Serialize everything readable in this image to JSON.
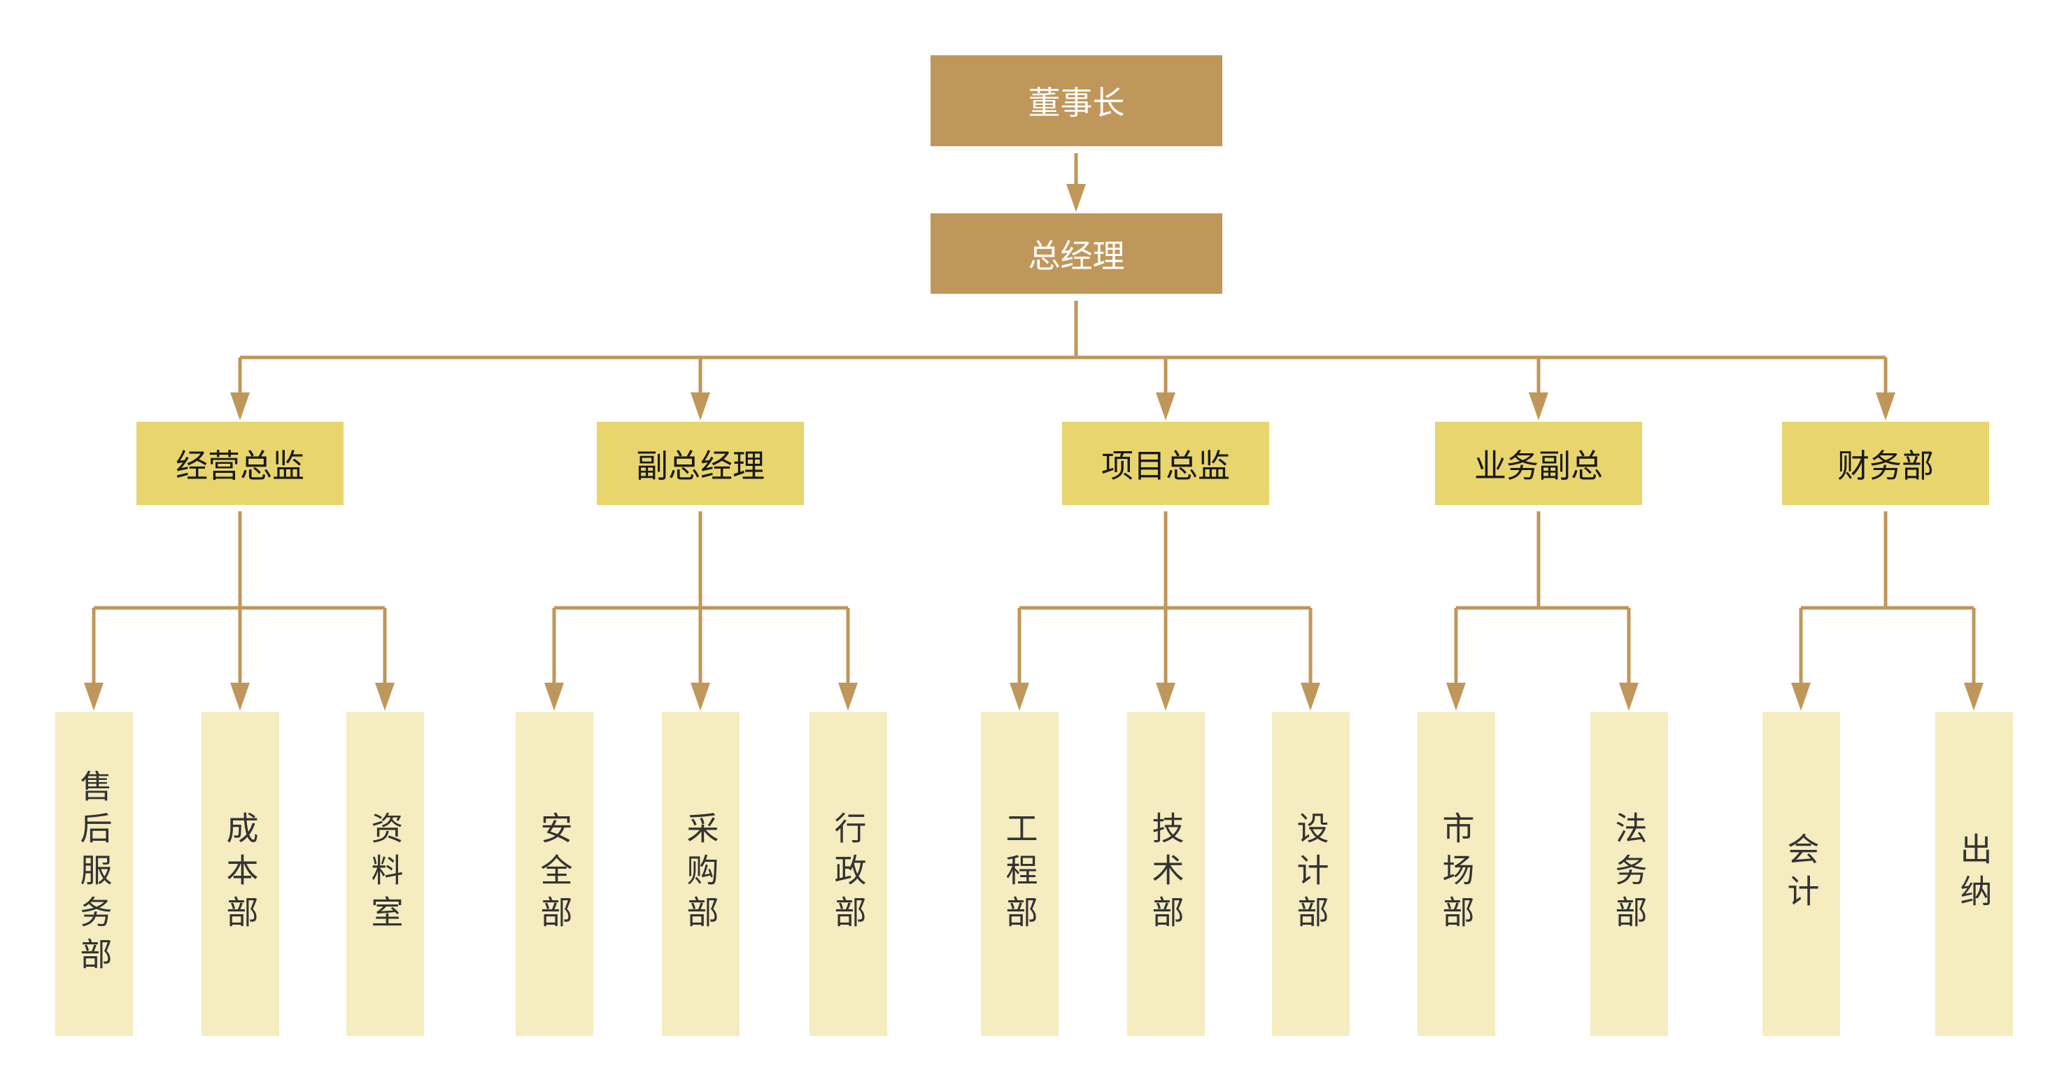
{
  "colors": {
    "line": "#C0975A",
    "top": "#C0975A",
    "mid": "#E8D56E",
    "leaf": "#F5ECBF"
  },
  "root": "董事长",
  "gm": "总经理",
  "departments": [
    {
      "label": "经营总监",
      "children": [
        "售后服务部",
        "成本部",
        "资料室"
      ]
    },
    {
      "label": "副总经理",
      "children": [
        "安全部",
        "采购部",
        "行政部"
      ]
    },
    {
      "label": "项目总监",
      "children": [
        "工程部",
        "技术部",
        "设计部"
      ]
    },
    {
      "label": "业务副总",
      "children": [
        "市场部",
        "法务部"
      ]
    },
    {
      "label": "财务部",
      "children": [
        "会计",
        "出纳"
      ]
    }
  ]
}
